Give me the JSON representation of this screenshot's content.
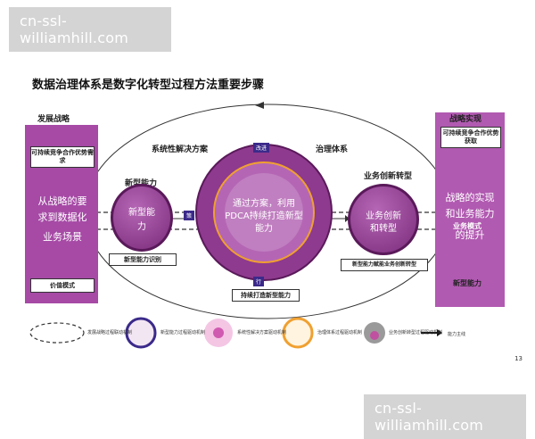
{
  "watermark": "cn-ssl-williamhill.com",
  "title": "数据治理体系是数字化转型过程方法重要步骤",
  "left_panel": {
    "header": "发展战略",
    "box1": "可持续竞争合作优势需求",
    "text_line1": "从战略的要",
    "text_line2": "求到数据化",
    "text_line3": "业务场景",
    "bottom": "价值模式"
  },
  "right_panel": {
    "header": "战略实现",
    "box1": "可持续竞争合作优势获取",
    "text_line1": "战略的实现",
    "text_line2": "和业务能力",
    "text_line3": "的提升",
    "sub": "业务模式",
    "bottom": "新型能力"
  },
  "sections": {
    "systemic": "系统性解决方案",
    "governance": "治理体系",
    "new_capability": "新型能力",
    "innovation": "业务创新转型"
  },
  "circles": {
    "left_line1": "新型能",
    "left_line2": "力",
    "center_line1": "通过方案，利用",
    "center_line2": "PDCA持续打造新型",
    "center_line3": "能力",
    "right_line1": "业务创新",
    "right_line2": "和转型"
  },
  "tags": {
    "improve": "改进",
    "plan": "策",
    "exec": "行"
  },
  "boxes": {
    "identify": "新型能力识别",
    "continuous": "持续打造新型能力",
    "empower": "新型能力赋能业务创新转型"
  },
  "legend": [
    {
      "text": "发展战略过程联动机制"
    },
    {
      "text": "新型能力过程驱动机制"
    },
    {
      "text": "系统性解决方案驱动机制"
    },
    {
      "text": "治理体系过程驱动机制"
    },
    {
      "text": "业务创新转型过程驱动机制"
    },
    {
      "text": "能力主线"
    }
  ],
  "page_number": "13",
  "colors": {
    "purple": "#a64aa6",
    "dark_purple": "#5a1a5a",
    "orange": "#f0a030"
  }
}
